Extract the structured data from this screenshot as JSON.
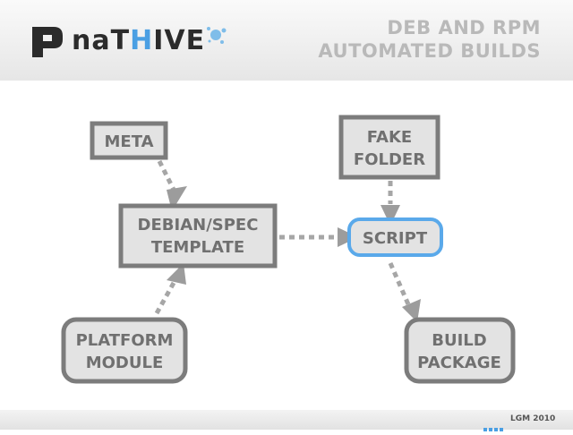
{
  "header": {
    "logo_text_prefix": "naT",
    "logo_text_accent": "H",
    "logo_text_suffix": "IVE",
    "title_line1": "DEB AND RPM",
    "title_line2": "AUTOMATED BUILDS"
  },
  "diagram": {
    "nodes": {
      "meta": "META",
      "debian_spec_line1": "DEBIAN/SPEC",
      "debian_spec_line2": "TEMPLATE",
      "platform_line1": "PLATFORM",
      "platform_line2": "MODULE",
      "fake_folder_line1": "FAKE",
      "fake_folder_line2": "FOLDER",
      "script": "SCRIPT",
      "build_line1": "BUILD",
      "build_line2": "PACKAGE"
    }
  },
  "footer": {
    "text": "LGM 2010"
  },
  "colors": {
    "accent": "#4a9fe3",
    "node_fill": "#e3e3e3",
    "node_stroke": "#7c7c7c",
    "text_gray": "#707070",
    "header_title": "#b9b9b9"
  }
}
